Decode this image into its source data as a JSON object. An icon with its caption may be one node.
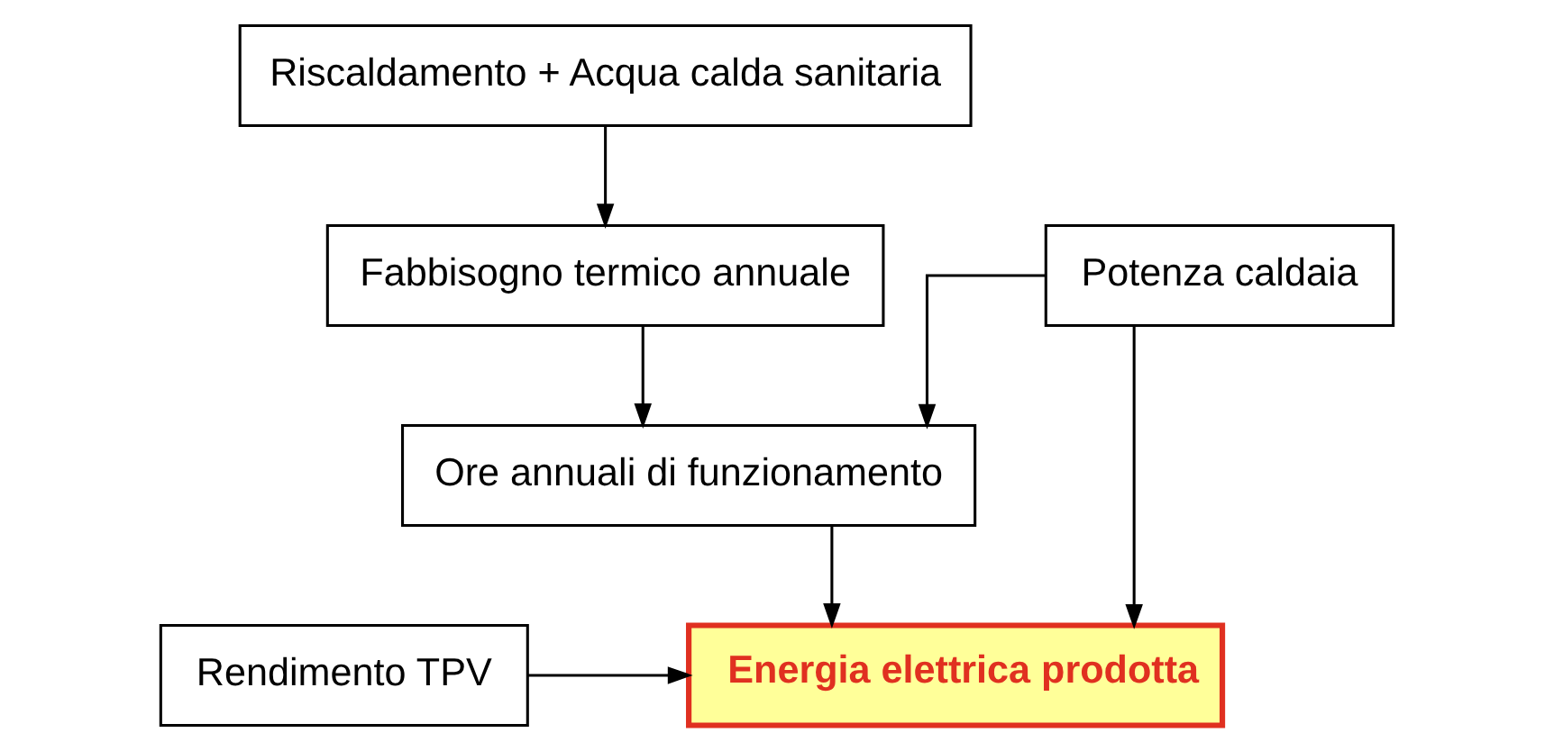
{
  "diagram": {
    "nodes": [
      {
        "text": [
          "Riscaldamento + Acqua calda sanitaria"
        ]
      },
      {
        "text": [
          "Fabbisogno termico annuale"
        ]
      },
      {
        "text": [
          "Potenza caldaia"
        ]
      },
      {
        "text": [
          "Ore annuali di funzionamento"
        ]
      },
      {
        "text": [
          "Rendimento TPV"
        ]
      },
      {
        "text": [
          "Energia elettrica prodotta"
        ]
      }
    ],
    "edges": [
      {
        "from": 0,
        "to": 1,
        "arrow": "to"
      },
      {
        "from": 1,
        "to": 3,
        "arrow": "to"
      },
      {
        "from": 2,
        "to": 3,
        "arrow": "to"
      },
      {
        "from": 3,
        "to": 5,
        "arrow": "to"
      },
      {
        "from": 4,
        "to": 5,
        "arrow": "to"
      },
      {
        "from": 2,
        "to": 5,
        "arrow": "to"
      }
    ]
  }
}
